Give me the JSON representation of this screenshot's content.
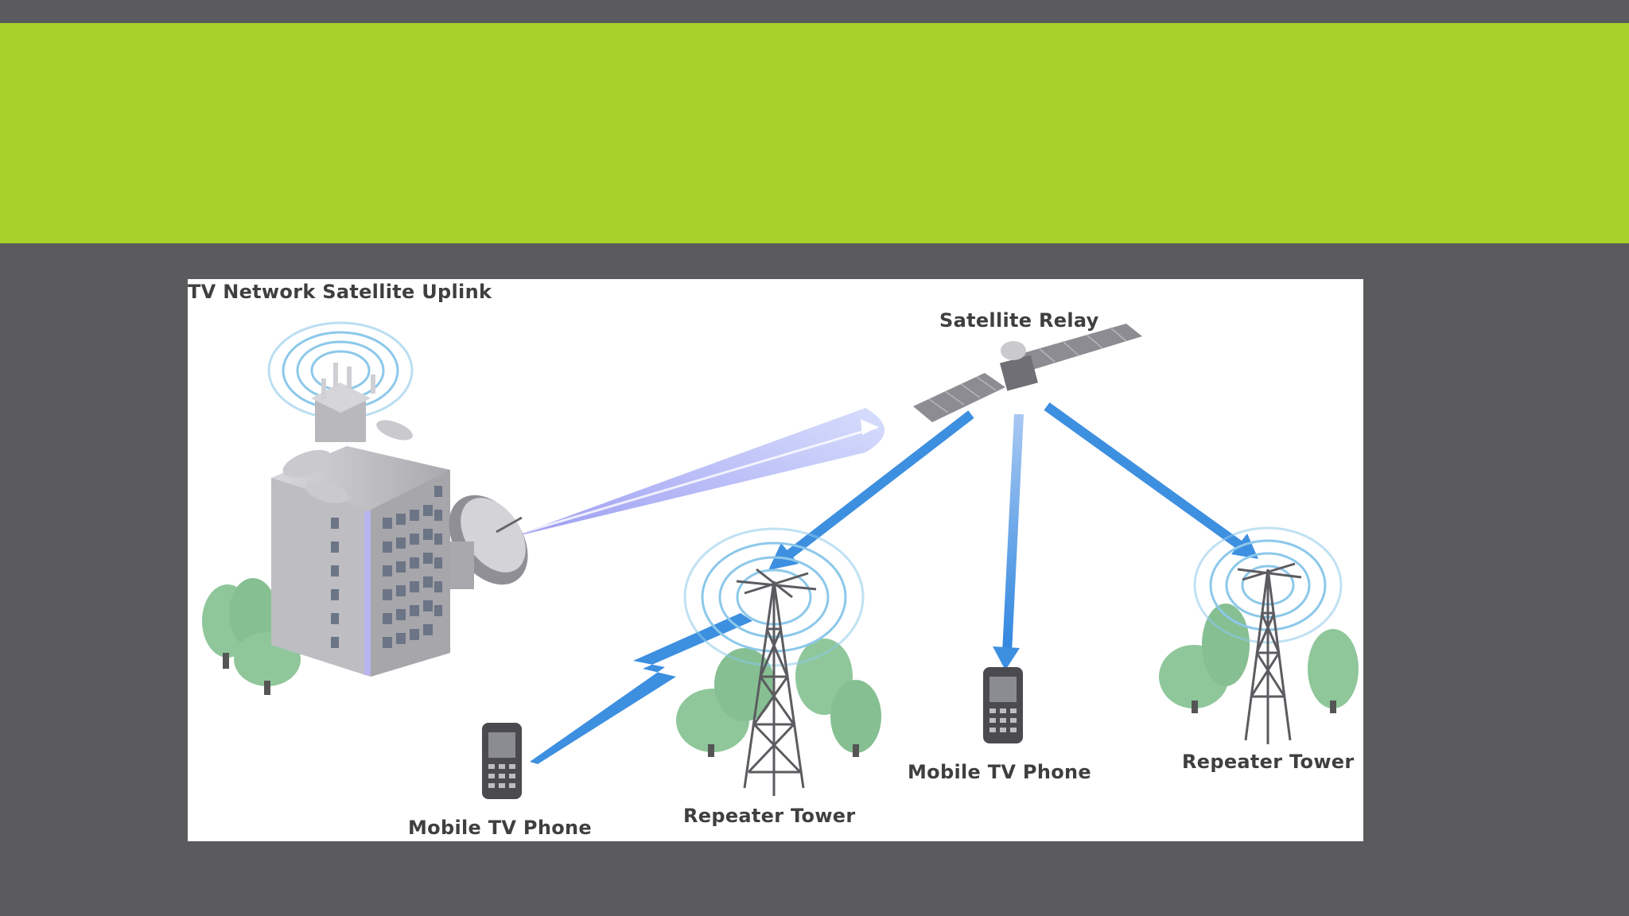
{
  "colors": {
    "band": "#a8d12b",
    "background": "#5b5b5d",
    "panel": "#ffffff",
    "arrow": "#3d8fe0",
    "beam": "#8f8ff0",
    "wave": "#8cc8ea",
    "tree": "#8fc79a",
    "building": "#c4c4c8",
    "label": "#3f3f3f"
  },
  "diagram": {
    "uplink_label": "TV Network Satellite Uplink",
    "satellite_label": "Satellite Relay",
    "tower_left_label": "Repeater Tower",
    "tower_right_label": "Repeater Tower",
    "phone_left_label": "Mobile TV Phone",
    "phone_center_label": "Mobile TV Phone"
  },
  "icons": {
    "building": "tv-station-building-icon",
    "dish": "satellite-dish-icon",
    "satellite": "satellite-icon",
    "tower": "antenna-tower-icon",
    "phone": "mobile-phone-icon",
    "tree": "tree-icon",
    "lightning": "lightning-bolt-icon"
  }
}
